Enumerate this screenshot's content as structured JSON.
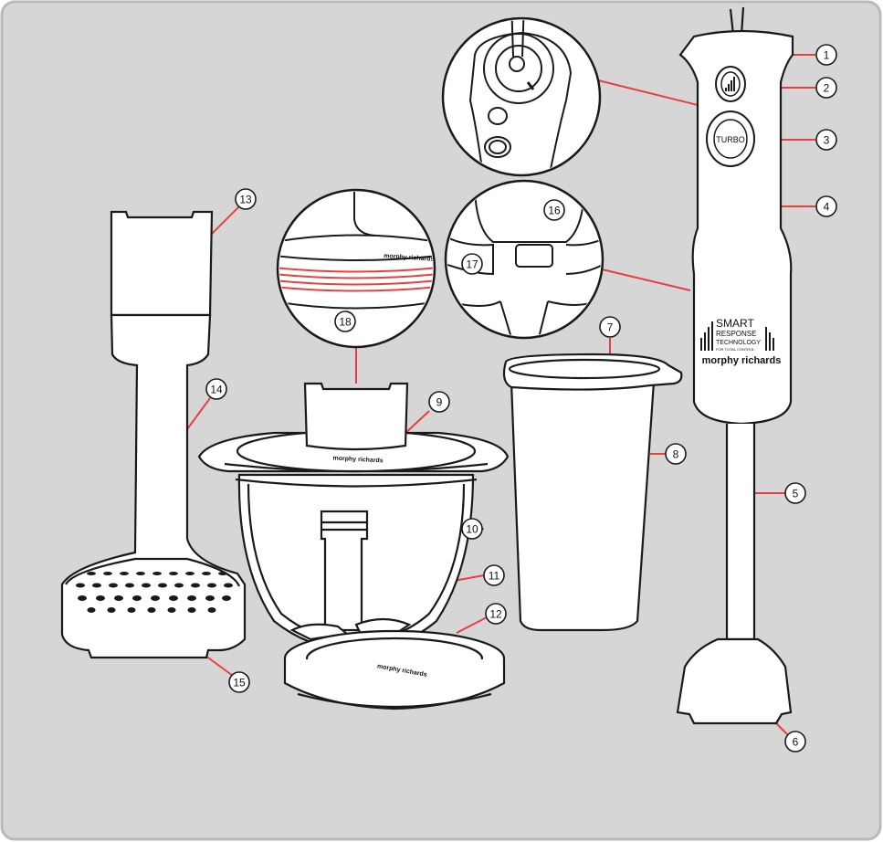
{
  "colors": {
    "panel": "#d6d6d7",
    "panel_border": "#b9b9bb",
    "leader": "#e8403f",
    "outline": "#1a1a1a",
    "part_fill": "#ffffff"
  },
  "branding": {
    "smart": "SMART",
    "response": "RESPONSE",
    "technology": "TECHNOLOGY",
    "total_control": "FOR TOTAL CONTROL",
    "brand": "morphy richards"
  },
  "buttons": {
    "turbo": "TURBO"
  },
  "callouts": [
    "1",
    "2",
    "3",
    "4",
    "5",
    "6",
    "7",
    "8",
    "9",
    "10",
    "11",
    "12",
    "13",
    "14",
    "15",
    "16",
    "17",
    "18"
  ]
}
